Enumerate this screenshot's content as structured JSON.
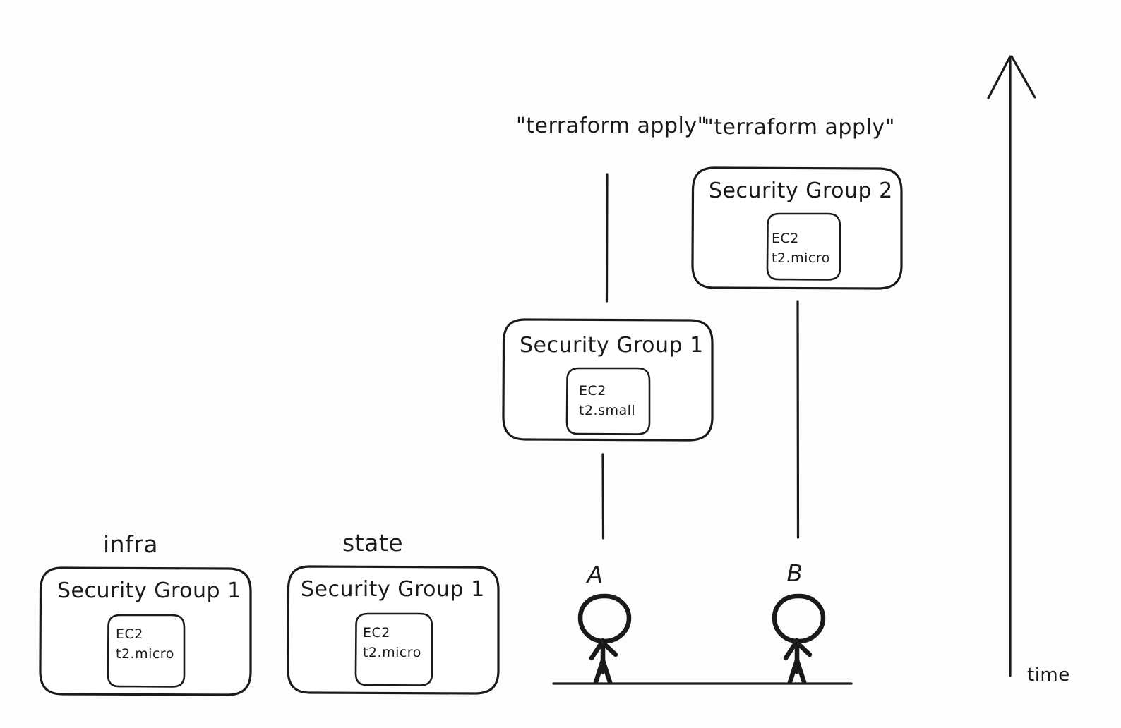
{
  "diagram": {
    "title_labels": {
      "infra": "infra",
      "state": "state"
    },
    "commands": [
      {
        "id": "cmd-a",
        "label": "\"terraform apply\""
      },
      {
        "id": "cmd-b",
        "label": "\"terraform apply\""
      }
    ],
    "actors": [
      {
        "id": "actor-a",
        "label": "A"
      },
      {
        "id": "actor-b",
        "label": "B"
      }
    ],
    "axis": {
      "label": "time",
      "direction": "up"
    },
    "boxes": [
      {
        "id": "infra-box",
        "caption": "infra",
        "group_label": "Security Group 1",
        "instance_type_line1": "EC2",
        "instance_type_line2": "t2.micro"
      },
      {
        "id": "state-box",
        "caption": "state",
        "group_label": "Security Group 1",
        "instance_type_line1": "EC2",
        "instance_type_line2": "t2.micro"
      },
      {
        "id": "sg1-applied-box",
        "caption": "",
        "group_label": "Security Group 1",
        "instance_type_line1": "EC2",
        "instance_type_line2": "t2.small"
      },
      {
        "id": "sg2-applied-box",
        "caption": "",
        "group_label": "Security Group 2",
        "instance_type_line1": "EC2",
        "instance_type_line2": "t2.micro"
      }
    ],
    "colors": {
      "ink": "#1a1a1a",
      "background": "#ffffff"
    }
  }
}
